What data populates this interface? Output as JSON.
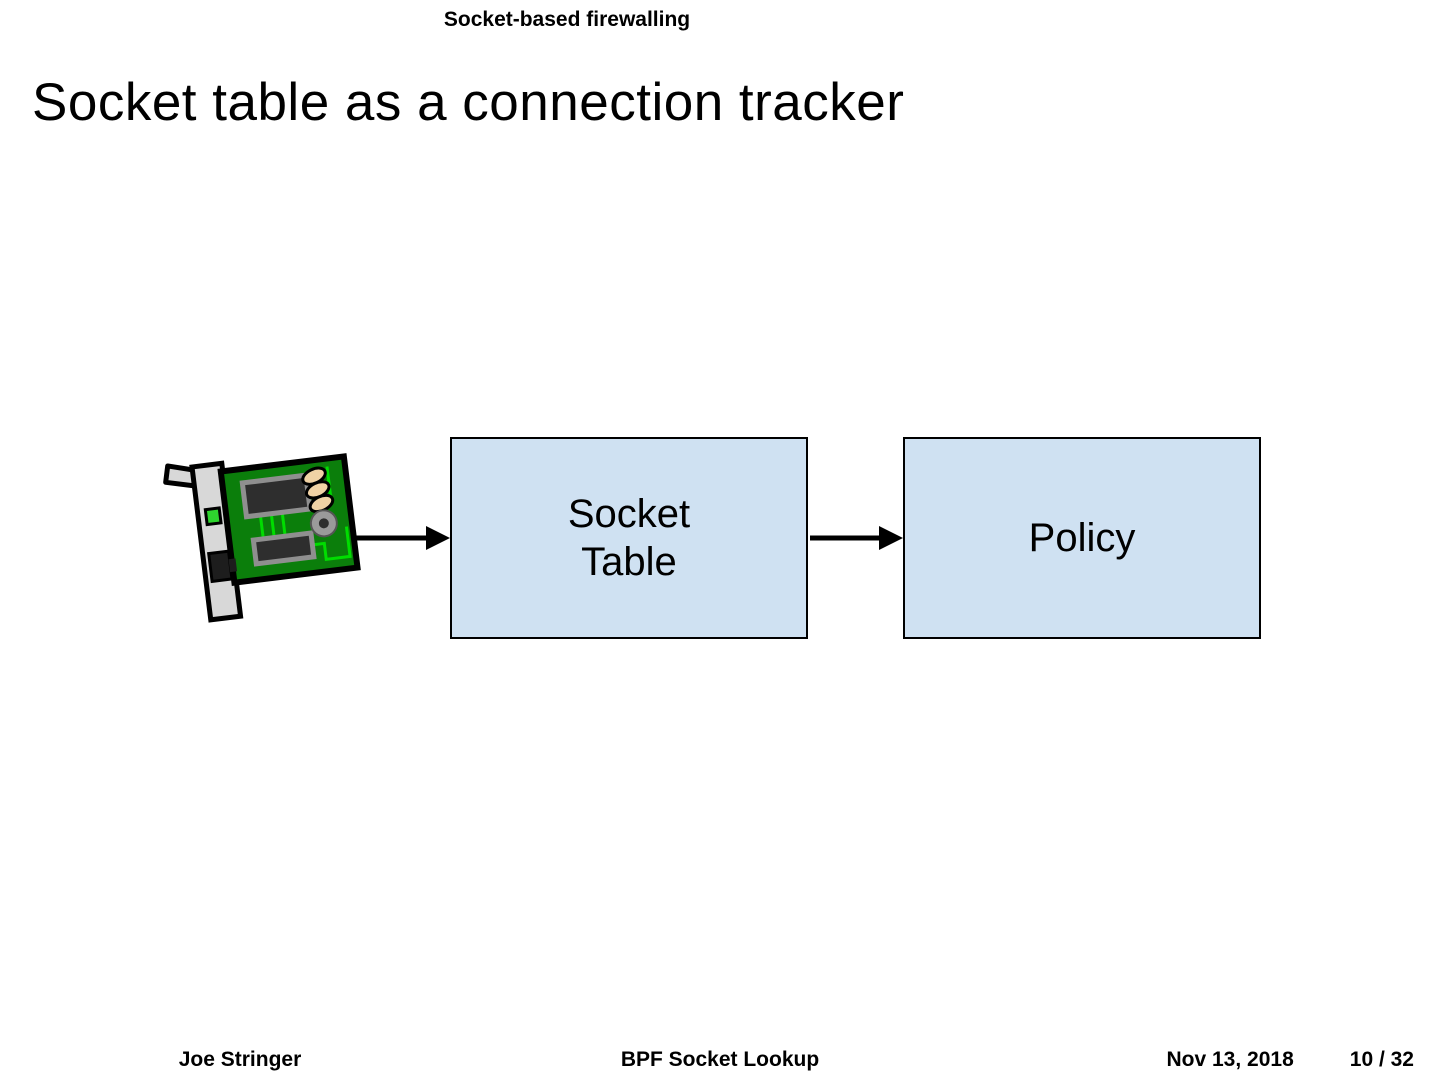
{
  "header": {
    "section": "Socket-based firewalling"
  },
  "title": "Socket table as a connection tracker",
  "diagram": {
    "nic": {
      "name": "network-interface-card"
    },
    "socket_table": {
      "line1": "Socket",
      "line2": "Table"
    },
    "policy": {
      "label": "Policy"
    }
  },
  "footer": {
    "author": "Joe Stringer",
    "deck_title": "BPF Socket Lookup",
    "date": "Nov 13, 2018",
    "page": "10 / 32"
  },
  "colors": {
    "box_fill": "#cfe1f2",
    "box_border": "#000000",
    "arrow": "#000000",
    "pcb_green": "#0b7e0b",
    "trace_green": "#00dd00",
    "chip_dark": "#2e2e2e",
    "chip_border": "#8f8f8f",
    "bracket_gray": "#d8d8d8",
    "led_green": "#2ed52e",
    "port_dark": "#1d1d1d",
    "capacitor_tan": "#f0d2a5",
    "ring_gray": "#9a9a9a",
    "text": "#000000"
  }
}
